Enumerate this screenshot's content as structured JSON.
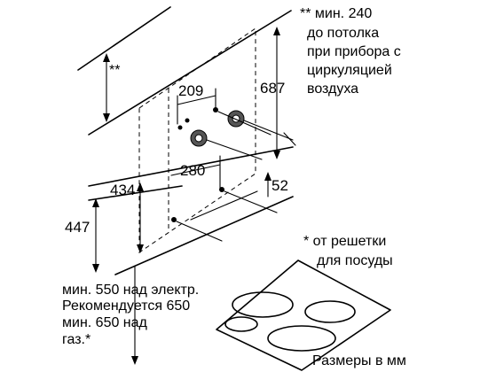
{
  "notes": {
    "ceiling_line1": "** мин. 240",
    "ceiling_line2": "до потолка",
    "ceiling_line3": "при прибора с",
    "ceiling_line4": "циркуляцией",
    "ceiling_line5": "воздуха",
    "grille_line1": "* от решетки",
    "grille_line2": "для посуды",
    "hob_line1": "мин. 550 над электр.",
    "hob_line2": "Рекомендуется 650",
    "hob_line3": "мин. 650 над",
    "hob_line4": "газ.*",
    "units": "Размеры в мм"
  },
  "dimensions": {
    "d209": "209",
    "d687": "687",
    "d280": "280",
    "d52": "52",
    "d434": "434",
    "d447": "447",
    "ceiling_mark": "**"
  }
}
